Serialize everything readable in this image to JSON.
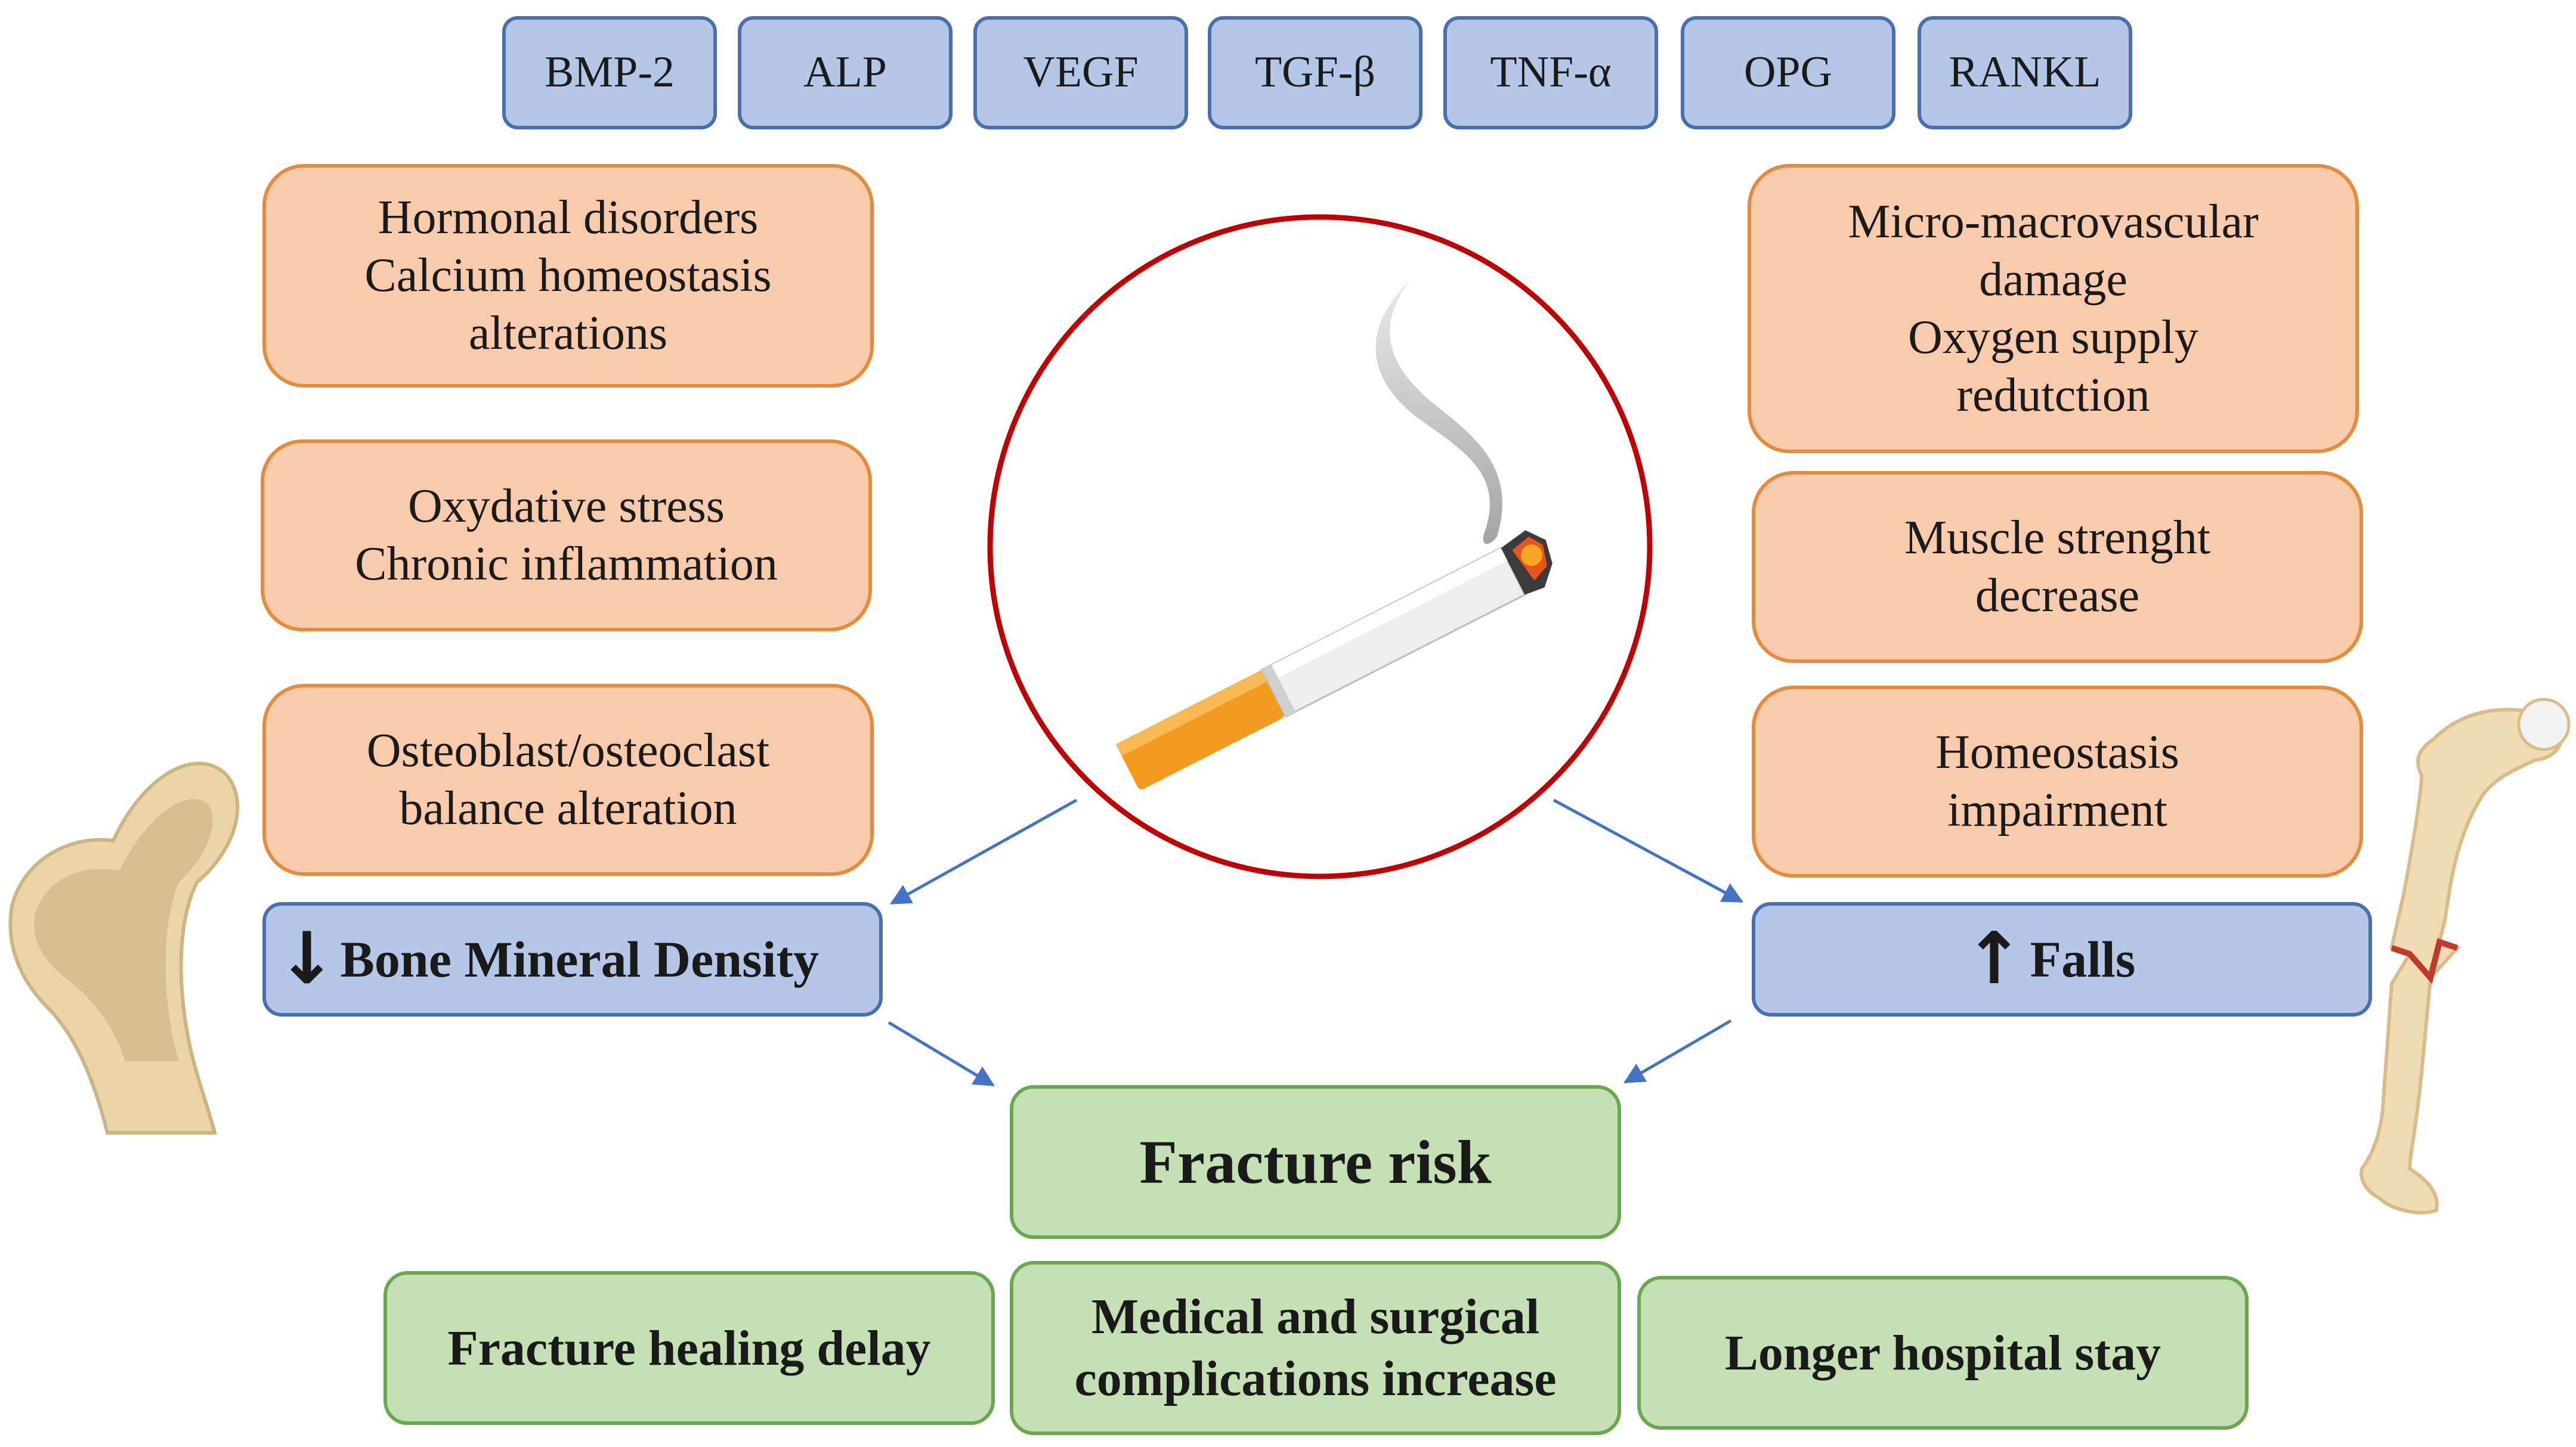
{
  "markers": [
    "BMP-2",
    "ALP",
    "VEGF",
    "TGF-β",
    "TNF-α",
    "OPG",
    "RANKL"
  ],
  "left_factors": [
    [
      "Hormonal disorders",
      "Calcium homeostasis",
      "alterations"
    ],
    [
      "Oxydative stress",
      "Chronic inflammation"
    ],
    [
      "Osteoblast/osteoclast",
      "balance alteration"
    ]
  ],
  "right_factors": [
    [
      "Micro-macrovascular",
      "damage",
      "Oxygen supply",
      "redutction"
    ],
    [
      "Muscle strenght",
      "decrease"
    ],
    [
      "Homeostasis",
      "impairment"
    ]
  ],
  "bmd": {
    "arrow": "↓",
    "label": "Bone Mineral Density"
  },
  "falls": {
    "arrow": "↑",
    "label": "Falls"
  },
  "fracture_risk": "Fracture risk",
  "outcomes": [
    [
      "Fracture healing delay"
    ],
    [
      "Medical and surgical",
      "complications increase"
    ],
    [
      "Longer hospital stay"
    ]
  ],
  "icons": [
    "cigarette-icon",
    "smoke-icon",
    "femur-head-icon",
    "fractured-femur-icon"
  ],
  "colors": {
    "marker_fill": "#b4c7e7",
    "marker_border": "#4a6fb0",
    "factor_fill": "#f8cbad",
    "factor_border": "#e58b3c",
    "outcome_fill": "#c5e0b4",
    "outcome_border": "#6aa84f",
    "circle": "#c00000",
    "arrow": "#4472c4"
  }
}
